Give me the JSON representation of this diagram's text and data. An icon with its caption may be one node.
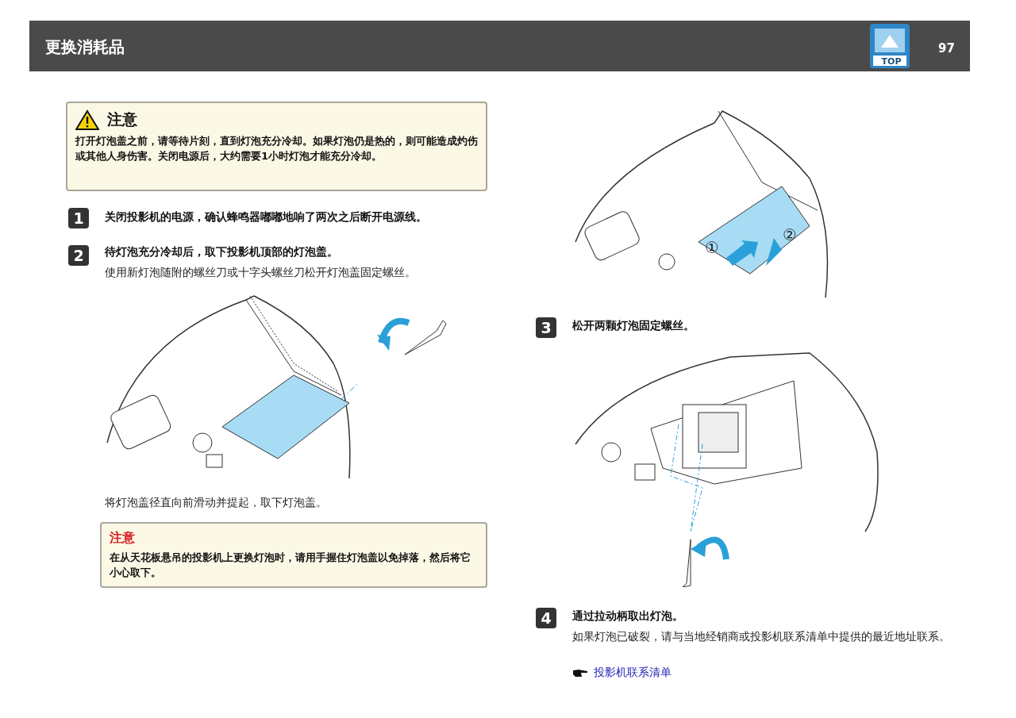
{
  "diagram": {
    "title": "更换消耗品",
    "nodes": [
      {
        "text": [
          "注意",
          "打开灯泡盖之前，请等待片刻，直到灯泡充分冷却。如果灯泡仍是热的，则可能造成灼伤或其他人身伤害。关闭电源后，大约需要1小时灯泡才能充分冷却。"
        ]
      },
      {
        "text": [
          "注意",
          "在从天花板悬吊的投影机上更换灯泡时，请用手握住灯泡盖以免掉落，然后将它小心取下。"
        ]
      }
    ],
    "labels": [
      "TOP",
      "97",
      "1",
      "关闭投影机的电源，确认蜂鸣器嘟嘟地响了两次之后断开电源线。",
      "2",
      "待灯泡充分冷却后，取下投影机顶部的灯泡盖。",
      "使用新灯泡随附的螺丝刀或十字头螺丝刀松开灯泡盖固定螺丝。",
      "将灯泡盖径直向前滑动并提起，取下灯泡盖。",
      "①",
      "②",
      "3",
      "松开两颗灯泡固定螺丝。",
      "4",
      "通过拉动柄取出灯泡。",
      "如果灯泡已破裂，请与当地经销商或投影机联系清单中提供的最近地址联系。",
      "投影机联系清单"
    ]
  }
}
